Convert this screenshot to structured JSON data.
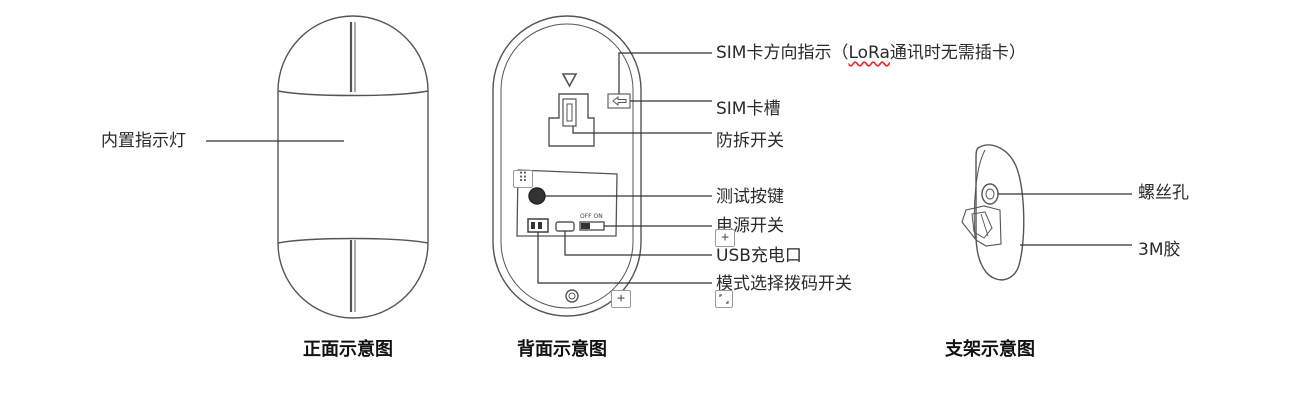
{
  "labels": {
    "indicator": "内置指示灯",
    "sim_direction_a": "SIM卡方向指示（",
    "sim_direction_b": "LoRa",
    "sim_direction_c": "通讯时无需插卡）",
    "sim_slot": "SIM卡槽",
    "tamper": "防拆开关",
    "test_button": "测试按键",
    "power_switch": "电源开关",
    "usb_port": "USB充电口",
    "dip_switch": "模式选择拨码开关",
    "screw_hole": "螺丝孔",
    "adhesive": "3M胶",
    "switch_off_on": "OFF ON"
  },
  "captions": {
    "front": "正面示意图",
    "back": "背面示意图",
    "bracket": "支架示意图"
  },
  "controls": {
    "plus": "+",
    "grip": "⠿"
  }
}
